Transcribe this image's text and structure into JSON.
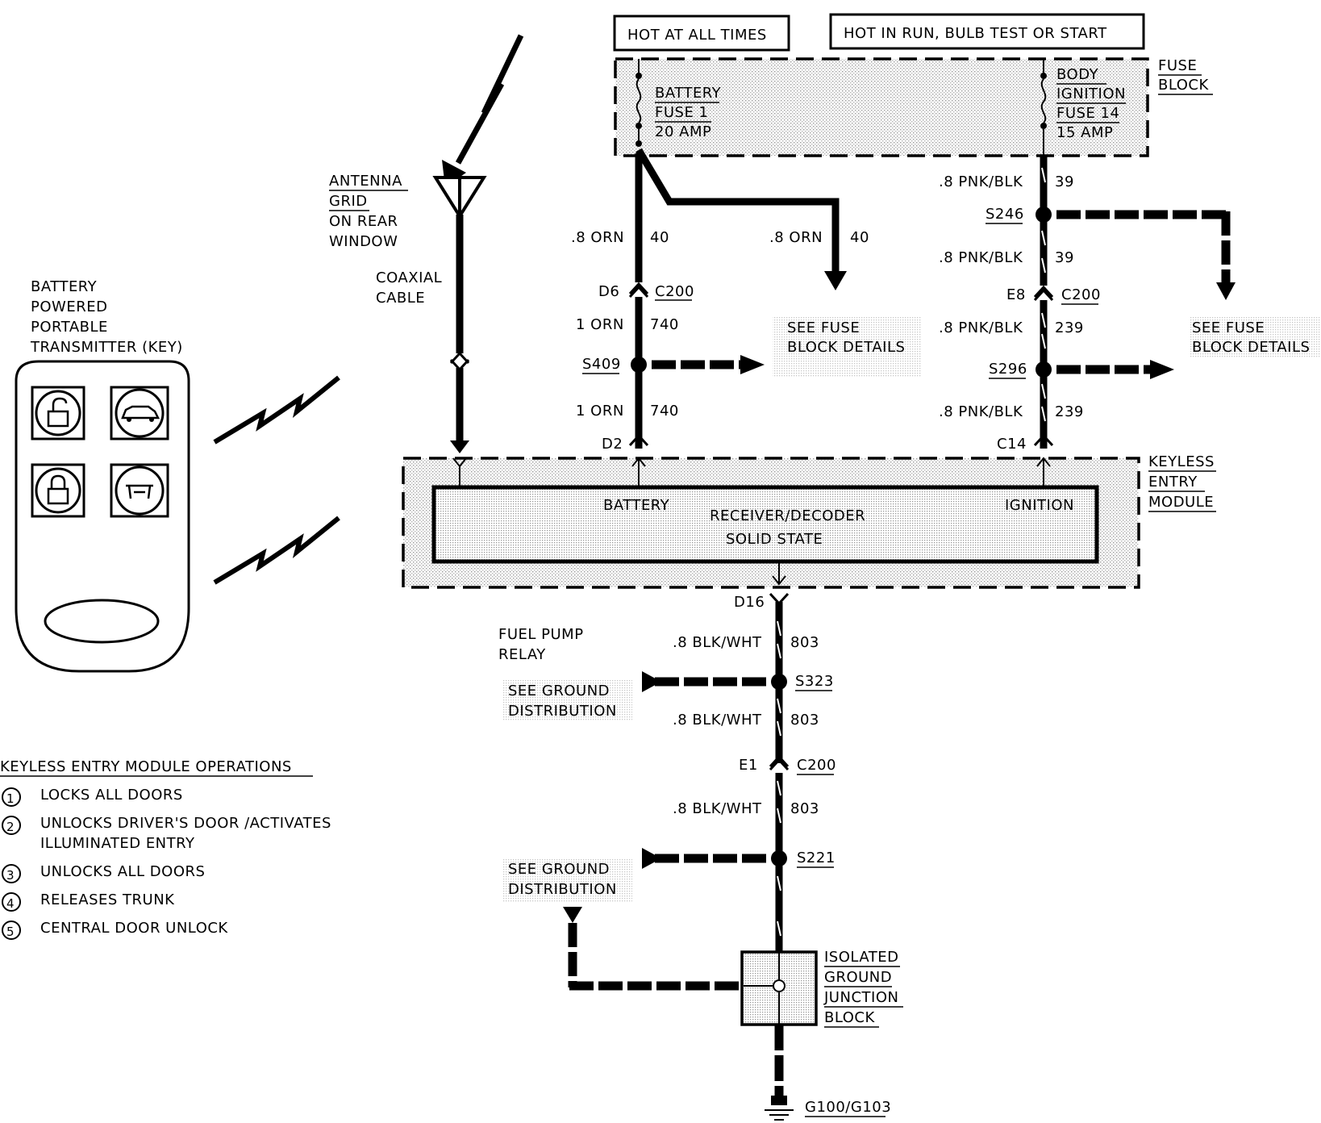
{
  "header": {
    "hot_at_all_times": "HOT AT ALL TIMES",
    "hot_in_run": "HOT IN RUN, BULB TEST OR START"
  },
  "fuse_block": {
    "label": [
      "FUSE",
      "BLOCK"
    ],
    "battery_fuse": [
      "BATTERY",
      "FUSE 1",
      "20 AMP"
    ],
    "ignition_fuse": [
      "BODY",
      "IGNITION",
      "FUSE 14",
      "15 AMP"
    ]
  },
  "antenna": {
    "label": [
      "ANTENNA",
      "GRID",
      "ON REAR",
      "WINDOW"
    ],
    "cable": [
      "COAXIAL",
      "CABLE"
    ]
  },
  "transmitter": {
    "label": [
      "BATTERY",
      "POWERED",
      "PORTABLE",
      "TRANSMITTER (KEY)"
    ]
  },
  "wires": {
    "w1": {
      "gauge": ".8 ORN",
      "circuit": "40"
    },
    "w2": {
      "gauge": ".8 ORN",
      "circuit": "40"
    },
    "w3": {
      "gauge": "1 ORN",
      "circuit": "740"
    },
    "w4": {
      "gauge": "1 ORN",
      "circuit": "740"
    },
    "w5": {
      "gauge": ".8 PNK/BLK",
      "circuit": "39"
    },
    "w6": {
      "gauge": ".8 PNK/BLK",
      "circuit": "39"
    },
    "w7": {
      "gauge": ".8 PNK/BLK",
      "circuit": "239"
    },
    "w8": {
      "gauge": ".8 PNK/BLK",
      "circuit": "239"
    },
    "w9": {
      "gauge": ".8 BLK/WHT",
      "circuit": "803"
    },
    "w10": {
      "gauge": ".8 BLK/WHT",
      "circuit": "803"
    },
    "w11": {
      "gauge": ".8 BLK/WHT",
      "circuit": "803"
    }
  },
  "connectors": {
    "d6": "D6",
    "c200a": "C200",
    "d2": "D2",
    "e8": "E8",
    "c200b": "C200",
    "c14": "C14",
    "d16": "D16",
    "e1": "E1",
    "c200c": "C200"
  },
  "splices": {
    "s409": "S409",
    "s246": "S246",
    "s296": "S296",
    "s323": "S323",
    "s221": "S221"
  },
  "refs": {
    "see_fuse_1": [
      "SEE FUSE",
      "BLOCK DETAILS"
    ],
    "see_fuse_2": [
      "SEE FUSE",
      "BLOCK DETAILS"
    ],
    "see_ground_1": [
      "SEE GROUND",
      "DISTRIBUTION"
    ],
    "see_ground_2": [
      "SEE GROUND",
      "DISTRIBUTION"
    ],
    "fuel_pump": [
      "FUEL PUMP",
      "RELAY"
    ]
  },
  "module": {
    "label": [
      "KEYLESS",
      "ENTRY",
      "MODULE"
    ],
    "battery": "BATTERY",
    "ignition": "IGNITION",
    "receiver": "RECEIVER/DECODER",
    "solid_state": "SOLID STATE"
  },
  "ground_block": {
    "label": [
      "ISOLATED",
      "GROUND",
      "JUNCTION",
      "BLOCK"
    ],
    "ground": "G100/G103"
  },
  "operations": {
    "title": "KEYLESS ENTRY MODULE OPERATIONS",
    "items": [
      {
        "num": "1",
        "lines": [
          "LOCKS ALL DOORS"
        ]
      },
      {
        "num": "2",
        "lines": [
          "UNLOCKS DRIVER'S DOOR /ACTIVATES",
          "ILLUMINATED ENTRY"
        ]
      },
      {
        "num": "3",
        "lines": [
          "UNLOCKS ALL DOORS"
        ]
      },
      {
        "num": "4",
        "lines": [
          "RELEASES TRUNK"
        ]
      },
      {
        "num": "5",
        "lines": [
          "CENTRAL DOOR UNLOCK"
        ]
      }
    ]
  }
}
